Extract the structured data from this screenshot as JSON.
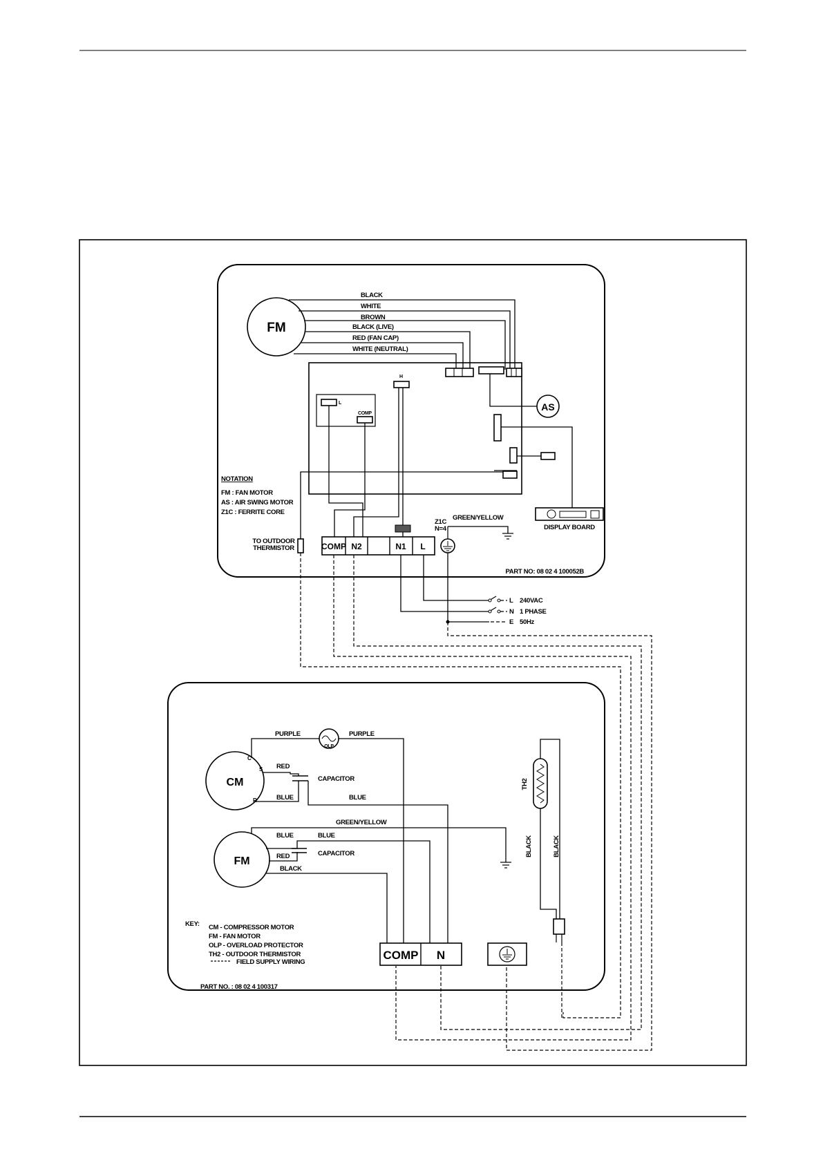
{
  "indoor": {
    "wires": {
      "black": "BLACK",
      "white": "WHITE",
      "brown": "BROWN",
      "black_live": "BLACK (LIVE)",
      "red_fan_cap": "RED (FAN CAP)",
      "white_neutral": "WHITE (NEUTRAL)",
      "green_yellow": "GREEN/YELLOW"
    },
    "fm_label": "FM",
    "as_label": "AS",
    "board_l": "L",
    "board_comp": "COMP",
    "board_h": "H",
    "notation": {
      "title": "NOTATION",
      "items": [
        "FM : FAN MOTOR",
        "AS : AIR SWING MOTOR",
        "Z1C : FERRITE CORE"
      ]
    },
    "thermistor_label": [
      "TO OUTDOOR",
      "THERMISTOR"
    ],
    "terminals": [
      "COMP",
      "N2",
      "",
      "N1",
      "L"
    ],
    "ferrite": [
      "Z1C",
      "N=4"
    ],
    "display_board": "DISPLAY BOARD",
    "part_no": "PART NO: 08 02 4 100052B"
  },
  "supply": {
    "l": "L",
    "n": "N",
    "e": "E",
    "voltage": "240VAC",
    "phase": "1 PHASE",
    "freq": "50Hz"
  },
  "outdoor": {
    "cm_label": "CM",
    "cm_c": "C",
    "cm_s": "S",
    "cm_r": "R",
    "fm_label": "FM",
    "olp_label": "OLP",
    "purple": "PURPLE",
    "red": "RED",
    "blue": "BLUE",
    "black": "BLACK",
    "capacitor": "CAPACITOR",
    "green_yellow": "GREEN/YELLOW",
    "th2": "TH2",
    "terminals": [
      "COMP",
      "N"
    ],
    "key": {
      "title": "KEY:",
      "items": [
        "CM - COMPRESSOR MOTOR",
        "FM - FAN MOTOR",
        "OLP - OVERLOAD PROTECTOR",
        "TH2 - OUTDOOR THERMISTOR",
        "FIELD SUPPLY WIRING"
      ]
    },
    "part_no": "PART NO. : 08 02 4 100317"
  }
}
